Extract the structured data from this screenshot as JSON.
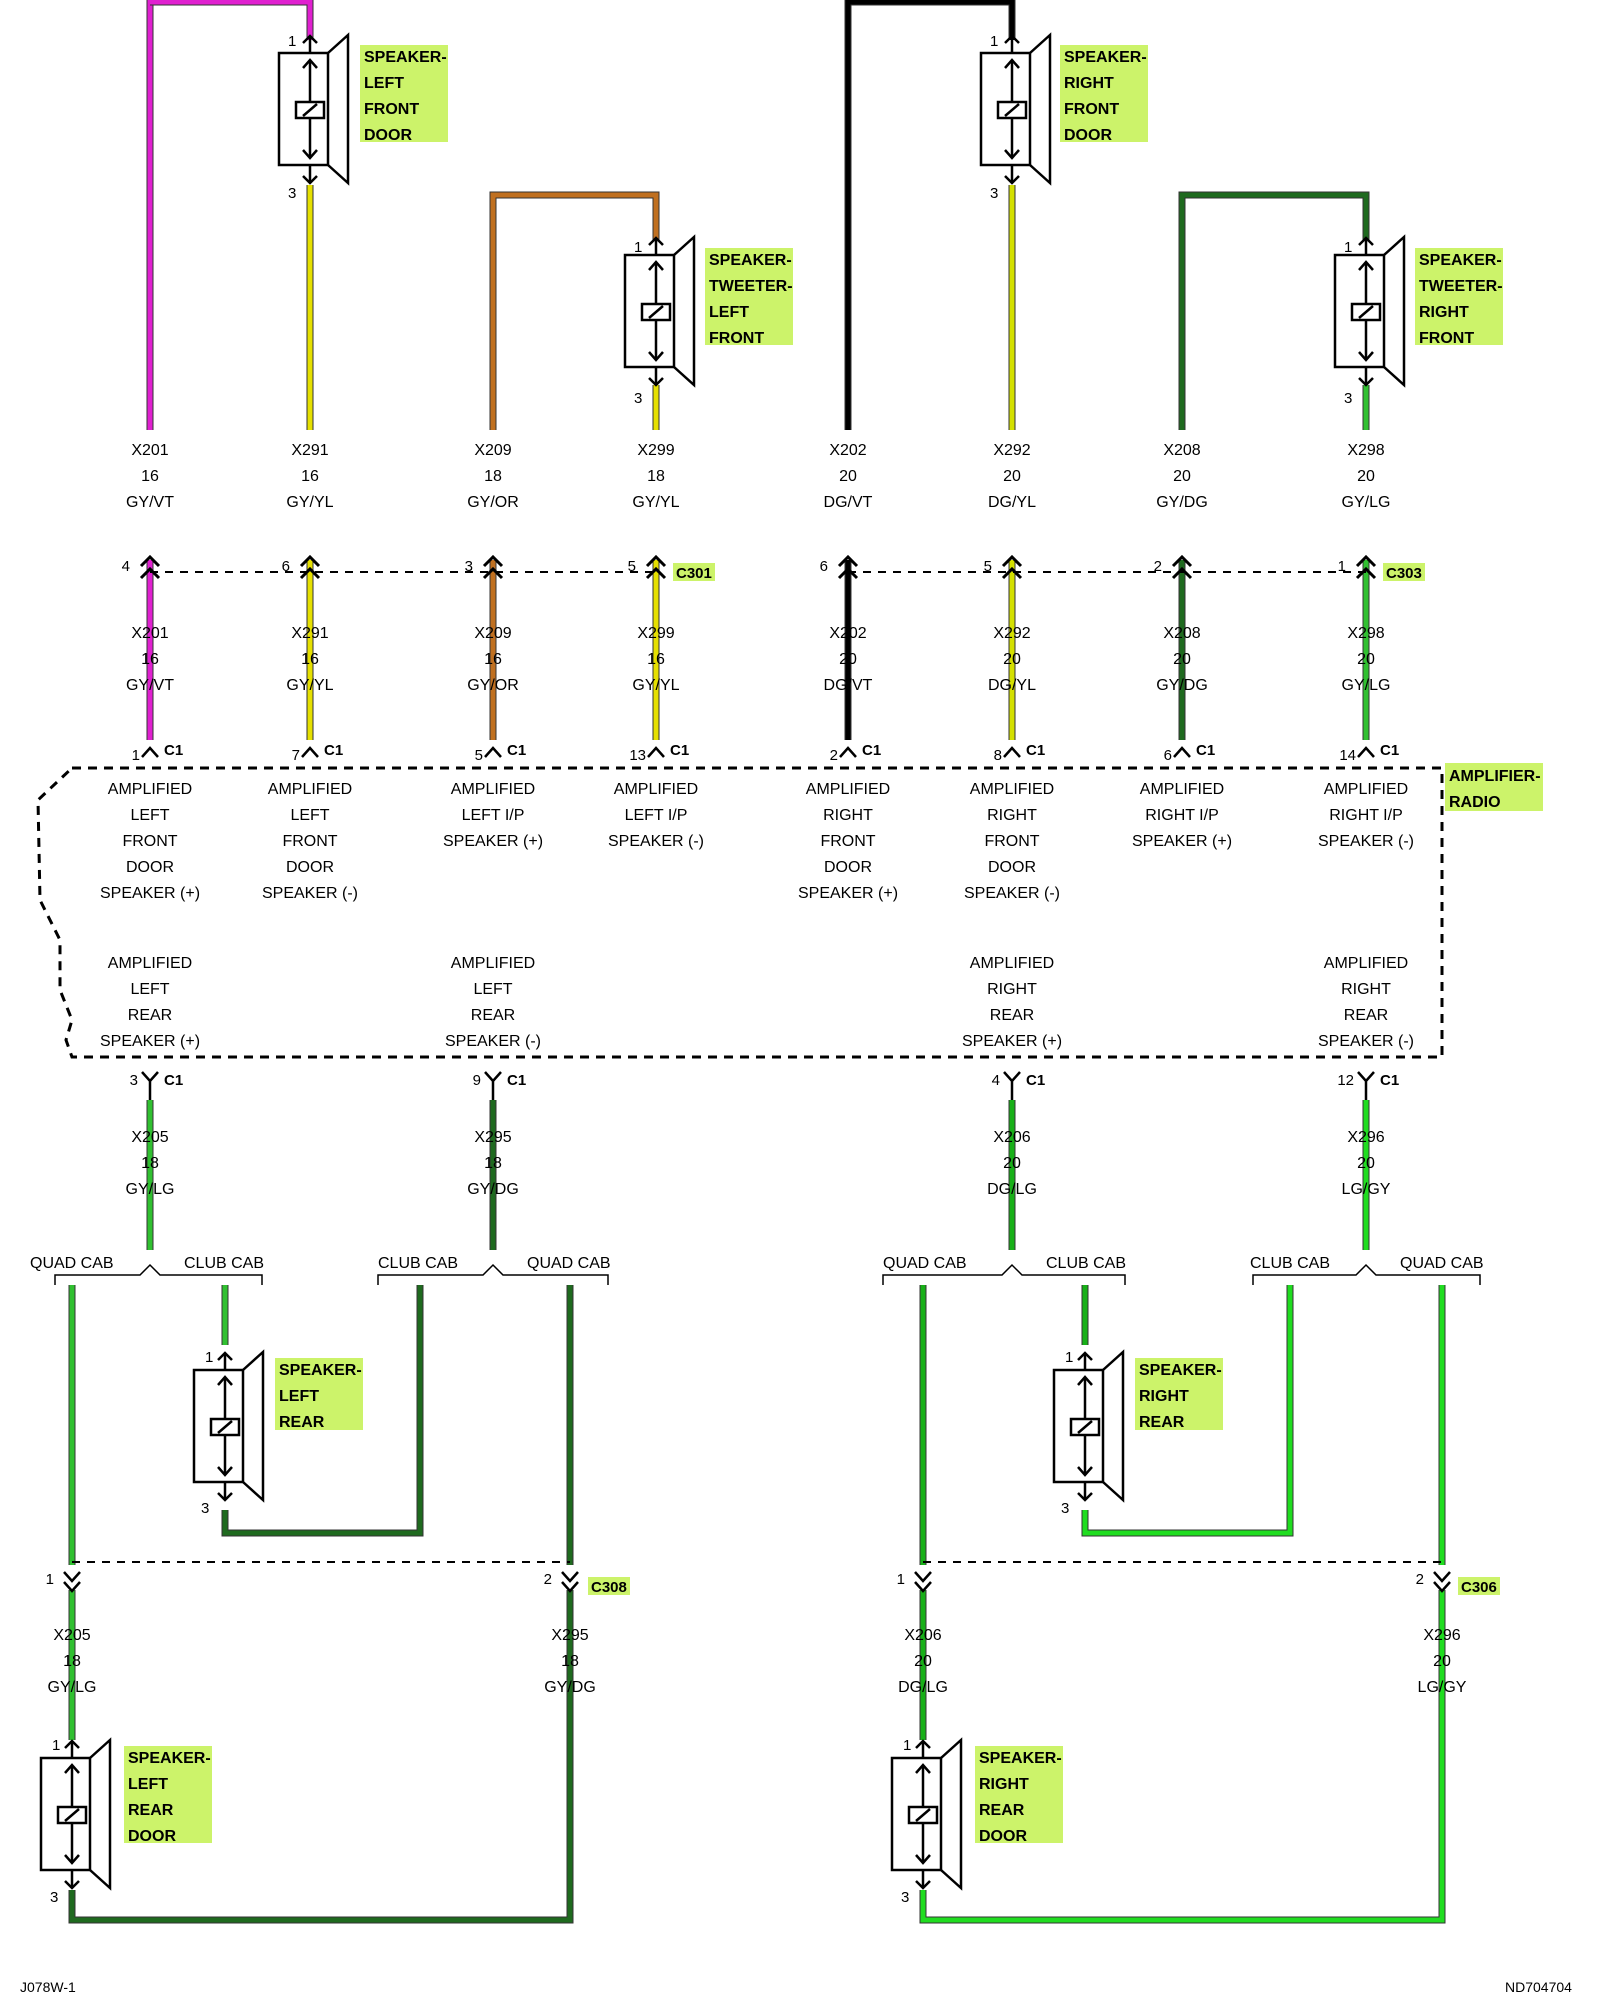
{
  "colors": {
    "GY/VT": "#e020d0",
    "GY/YL": "#e6e000",
    "GY/OR": "#c07020",
    "DG/VT": "#000000",
    "DG/YL": "#d4e000",
    "GY/DG": "#1f6a1f",
    "GY/LG": "#30c030",
    "DG/LG": "#18b018",
    "LG/GY": "#20dd20",
    "label_bg": "#ccf36a"
  },
  "components": {
    "spk_lf_door": "SPEAKER-\nLEFT\nFRONT\nDOOR",
    "spk_rf_door": "SPEAKER-\nRIGHT\nFRONT\nDOOR",
    "spk_tw_lf": "SPEAKER-\nTWEETER-\nLEFT\nFRONT",
    "spk_tw_rf": "SPEAKER-\nTWEETER-\nRIGHT\nFRONT",
    "spk_lr": "SPEAKER-\nLEFT\nREAR",
    "spk_rr": "SPEAKER-\nRIGHT\nREAR",
    "spk_lr_door": "SPEAKER-\nLEFT\nREAR\nDOOR",
    "spk_rr_door": "SPEAKER-\nRIGHT\nREAR\nDOOR",
    "amplifier": "AMPLIFIER-\nRADIO"
  },
  "connectors": {
    "c301": "C301",
    "c303": "C303",
    "c1": "C1",
    "c308": "C308",
    "c306": "C306"
  },
  "top_wires": [
    {
      "upper": [
        "X201",
        "16",
        "GY/VT"
      ],
      "lower": [
        "X201",
        "16",
        "GY/VT"
      ],
      "conn_pin": "4",
      "c1_pin": "1"
    },
    {
      "upper": [
        "X291",
        "16",
        "GY/YL"
      ],
      "lower": [
        "X291",
        "16",
        "GY/YL"
      ],
      "conn_pin": "6",
      "c1_pin": "7"
    },
    {
      "upper": [
        "X209",
        "18",
        "GY/OR"
      ],
      "lower": [
        "X209",
        "16",
        "GY/OR"
      ],
      "conn_pin": "3",
      "c1_pin": "5"
    },
    {
      "upper": [
        "X299",
        "18",
        "GY/YL"
      ],
      "lower": [
        "X299",
        "16",
        "GY/YL"
      ],
      "conn_pin": "5",
      "c1_pin": "13"
    },
    {
      "upper": [
        "X202",
        "20",
        "DG/VT"
      ],
      "lower": [
        "X202",
        "20",
        "DG/VT"
      ],
      "conn_pin": "6",
      "c1_pin": "2"
    },
    {
      "upper": [
        "X292",
        "20",
        "DG/YL"
      ],
      "lower": [
        "X292",
        "20",
        "DG/YL"
      ],
      "conn_pin": "5",
      "c1_pin": "8"
    },
    {
      "upper": [
        "X208",
        "20",
        "GY/DG"
      ],
      "lower": [
        "X208",
        "20",
        "GY/DG"
      ],
      "conn_pin": "2",
      "c1_pin": "6"
    },
    {
      "upper": [
        "X298",
        "20",
        "GY/LG"
      ],
      "lower": [
        "X298",
        "20",
        "GY/LG"
      ],
      "conn_pin": "1",
      "c1_pin": "14"
    }
  ],
  "amp_top_labels": [
    [
      "AMPLIFIED",
      "LEFT",
      "FRONT",
      "DOOR",
      "SPEAKER (+)"
    ],
    [
      "AMPLIFIED",
      "LEFT",
      "FRONT",
      "DOOR",
      "SPEAKER (-)"
    ],
    [
      "AMPLIFIED",
      "LEFT I/P",
      "SPEAKER (+)"
    ],
    [
      "AMPLIFIED",
      "LEFT I/P",
      "SPEAKER (-)"
    ],
    [
      "AMPLIFIED",
      "RIGHT",
      "FRONT",
      "DOOR",
      "SPEAKER (+)"
    ],
    [
      "AMPLIFIED",
      "RIGHT",
      "FRONT",
      "DOOR",
      "SPEAKER (-)"
    ],
    [
      "AMPLIFIED",
      "RIGHT I/P",
      "SPEAKER (+)"
    ],
    [
      "AMPLIFIED",
      "RIGHT I/P",
      "SPEAKER (-)"
    ]
  ],
  "amp_bottom_labels": [
    [
      "AMPLIFIED",
      "LEFT",
      "REAR",
      "SPEAKER (+)"
    ],
    [
      "AMPLIFIED",
      "LEFT",
      "REAR",
      "SPEAKER (-)"
    ],
    [
      "AMPLIFIED",
      "RIGHT",
      "REAR",
      "SPEAKER (+)"
    ],
    [
      "AMPLIFIED",
      "RIGHT",
      "REAR",
      "SPEAKER (-)"
    ]
  ],
  "rear_wires": [
    {
      "c1_pin": "3",
      "label": [
        "X205",
        "18",
        "GY/LG"
      ]
    },
    {
      "c1_pin": "9",
      "label": [
        "X295",
        "18",
        "GY/DG"
      ]
    },
    {
      "c1_pin": "4",
      "label": [
        "X206",
        "20",
        "DG/LG"
      ]
    },
    {
      "c1_pin": "12",
      "label": [
        "X296",
        "20",
        "LG/GY"
      ]
    }
  ],
  "cab_labels": {
    "quad": "QUAD CAB",
    "club": "CLUB CAB"
  },
  "bottom_wires": [
    {
      "pin": "1",
      "label": [
        "X205",
        "18",
        "GY/LG"
      ]
    },
    {
      "pin": "2",
      "label": [
        "X295",
        "18",
        "GY/DG"
      ]
    },
    {
      "pin": "1",
      "label": [
        "X206",
        "20",
        "DG/LG"
      ]
    },
    {
      "pin": "2",
      "label": [
        "X296",
        "20",
        "LG/GY"
      ]
    }
  ],
  "speaker_pins": {
    "plus": "1",
    "minus": "3"
  },
  "footer": {
    "left": "J078W-1",
    "right": "ND704704"
  }
}
